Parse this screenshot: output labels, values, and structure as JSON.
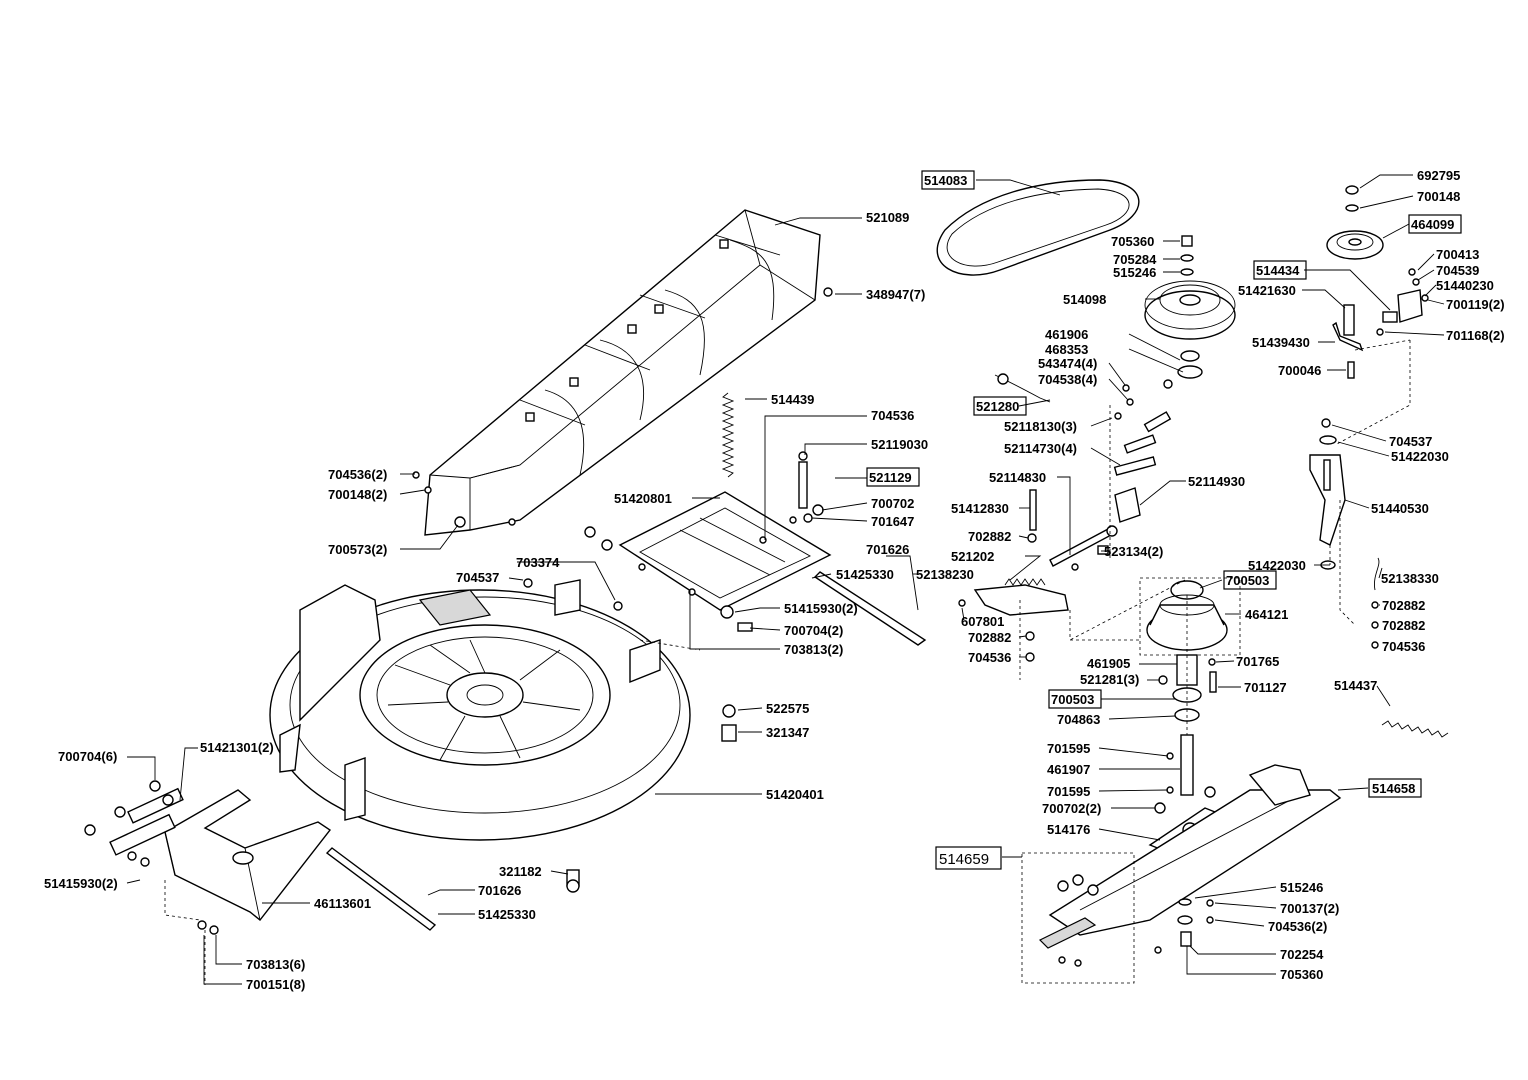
{
  "labels": [
    {
      "id": "l514083",
      "text": "514083",
      "boxed": true
    },
    {
      "id": "l521089",
      "text": "521089"
    },
    {
      "id": "l348947",
      "text": "348947(7)"
    },
    {
      "id": "l514439",
      "text": "514439"
    },
    {
      "id": "l704536a",
      "text": "704536"
    },
    {
      "id": "l52119030",
      "text": "52119030"
    },
    {
      "id": "l521129",
      "text": "521129",
      "boxed": true
    },
    {
      "id": "l51420801",
      "text": "51420801"
    },
    {
      "id": "l700702",
      "text": "700702"
    },
    {
      "id": "l701647",
      "text": "701647"
    },
    {
      "id": "l704536_2",
      "text": "704536(2)"
    },
    {
      "id": "l700148_2",
      "text": "700148(2)"
    },
    {
      "id": "l700573_2",
      "text": "700573(2)"
    },
    {
      "id": "l703374",
      "text": "703374"
    },
    {
      "id": "l704537a",
      "text": "704537"
    },
    {
      "id": "l701626a",
      "text": "701626"
    },
    {
      "id": "l51425330a",
      "text": "51425330"
    },
    {
      "id": "l52138230",
      "text": "52138230"
    },
    {
      "id": "l51415930_2",
      "text": "51415930(2)"
    },
    {
      "id": "l700704_2",
      "text": "700704(2)"
    },
    {
      "id": "l703813_2",
      "text": "703813(2)"
    },
    {
      "id": "l522575",
      "text": "522575"
    },
    {
      "id": "l321347",
      "text": "321347"
    },
    {
      "id": "l700704_6",
      "text": "700704(6)"
    },
    {
      "id": "l51421301_2",
      "text": "51421301(2)"
    },
    {
      "id": "l51420401",
      "text": "51420401"
    },
    {
      "id": "l51415930_2b",
      "text": "51415930(2)"
    },
    {
      "id": "l321182",
      "text": "321182"
    },
    {
      "id": "l701626b",
      "text": "701626"
    },
    {
      "id": "l46113601",
      "text": "46113601"
    },
    {
      "id": "l51425330b",
      "text": "51425330"
    },
    {
      "id": "l703813_6",
      "text": "703813(6)"
    },
    {
      "id": "l700151_8",
      "text": "700151(8)"
    },
    {
      "id": "l705360a",
      "text": "705360"
    },
    {
      "id": "l705284",
      "text": "705284"
    },
    {
      "id": "l515246a",
      "text": "515246"
    },
    {
      "id": "l514098",
      "text": "514098"
    },
    {
      "id": "l461906",
      "text": "461906"
    },
    {
      "id": "l468353",
      "text": "468353"
    },
    {
      "id": "l543474_4",
      "text": "543474(4)"
    },
    {
      "id": "l704538_4",
      "text": "704538(4)"
    },
    {
      "id": "l521280",
      "text": "521280",
      "boxed": true
    },
    {
      "id": "l52118130_3",
      "text": "52118130(3)"
    },
    {
      "id": "l52114730_4",
      "text": "52114730(4)"
    },
    {
      "id": "l52114830",
      "text": "52114830"
    },
    {
      "id": "l52114930",
      "text": "52114930"
    },
    {
      "id": "l51412830",
      "text": "51412830"
    },
    {
      "id": "l702882a",
      "text": "702882"
    },
    {
      "id": "l521202",
      "text": "521202"
    },
    {
      "id": "l523134_2",
      "text": "523134(2)"
    },
    {
      "id": "l607801",
      "text": "607801"
    },
    {
      "id": "l702882b",
      "text": "702882"
    },
    {
      "id": "l704536b",
      "text": "704536"
    },
    {
      "id": "l700503a",
      "text": "700503",
      "boxed": true
    },
    {
      "id": "l464121",
      "text": "464121"
    },
    {
      "id": "l461905",
      "text": "461905"
    },
    {
      "id": "l521281_3",
      "text": "521281(3)"
    },
    {
      "id": "l701765",
      "text": "701765"
    },
    {
      "id": "l701127",
      "text": "701127"
    },
    {
      "id": "l700503b",
      "text": "700503",
      "boxed": true
    },
    {
      "id": "l704863",
      "text": "704863"
    },
    {
      "id": "l701595a",
      "text": "701595"
    },
    {
      "id": "l461907",
      "text": "461907"
    },
    {
      "id": "l701595b",
      "text": "701595"
    },
    {
      "id": "l700702_2",
      "text": "700702(2)"
    },
    {
      "id": "l514176",
      "text": "514176"
    },
    {
      "id": "l514659",
      "text": "514659",
      "boxed": true
    },
    {
      "id": "l514658",
      "text": "514658",
      "boxed": true
    },
    {
      "id": "l515246b",
      "text": "515246"
    },
    {
      "id": "l700137_2",
      "text": "700137(2)"
    },
    {
      "id": "l704536_2b",
      "text": "704536(2)"
    },
    {
      "id": "l702254",
      "text": "702254"
    },
    {
      "id": "l705360b",
      "text": "705360"
    },
    {
      "id": "l692795",
      "text": "692795"
    },
    {
      "id": "l700148",
      "text": "700148"
    },
    {
      "id": "l464099",
      "text": "464099",
      "boxed": true
    },
    {
      "id": "l514434",
      "text": "514434",
      "boxed": true
    },
    {
      "id": "l700413",
      "text": "700413"
    },
    {
      "id": "l704539",
      "text": "704539"
    },
    {
      "id": "l51440230",
      "text": "51440230"
    },
    {
      "id": "l51421630",
      "text": "51421630"
    },
    {
      "id": "l700119_2",
      "text": "700119(2)"
    },
    {
      "id": "l701168_2",
      "text": "701168(2)"
    },
    {
      "id": "l51439430",
      "text": "51439430"
    },
    {
      "id": "l700046",
      "text": "700046"
    },
    {
      "id": "l704537b",
      "text": "704537"
    },
    {
      "id": "l51422030a",
      "text": "51422030"
    },
    {
      "id": "l51440530",
      "text": "51440530"
    },
    {
      "id": "l51422030b",
      "text": "51422030"
    },
    {
      "id": "l52138330",
      "text": "52138330"
    },
    {
      "id": "l702882c",
      "text": "702882"
    },
    {
      "id": "l702882d",
      "text": "702882"
    },
    {
      "id": "l704536c",
      "text": "704536"
    },
    {
      "id": "l514437",
      "text": "514437"
    }
  ]
}
